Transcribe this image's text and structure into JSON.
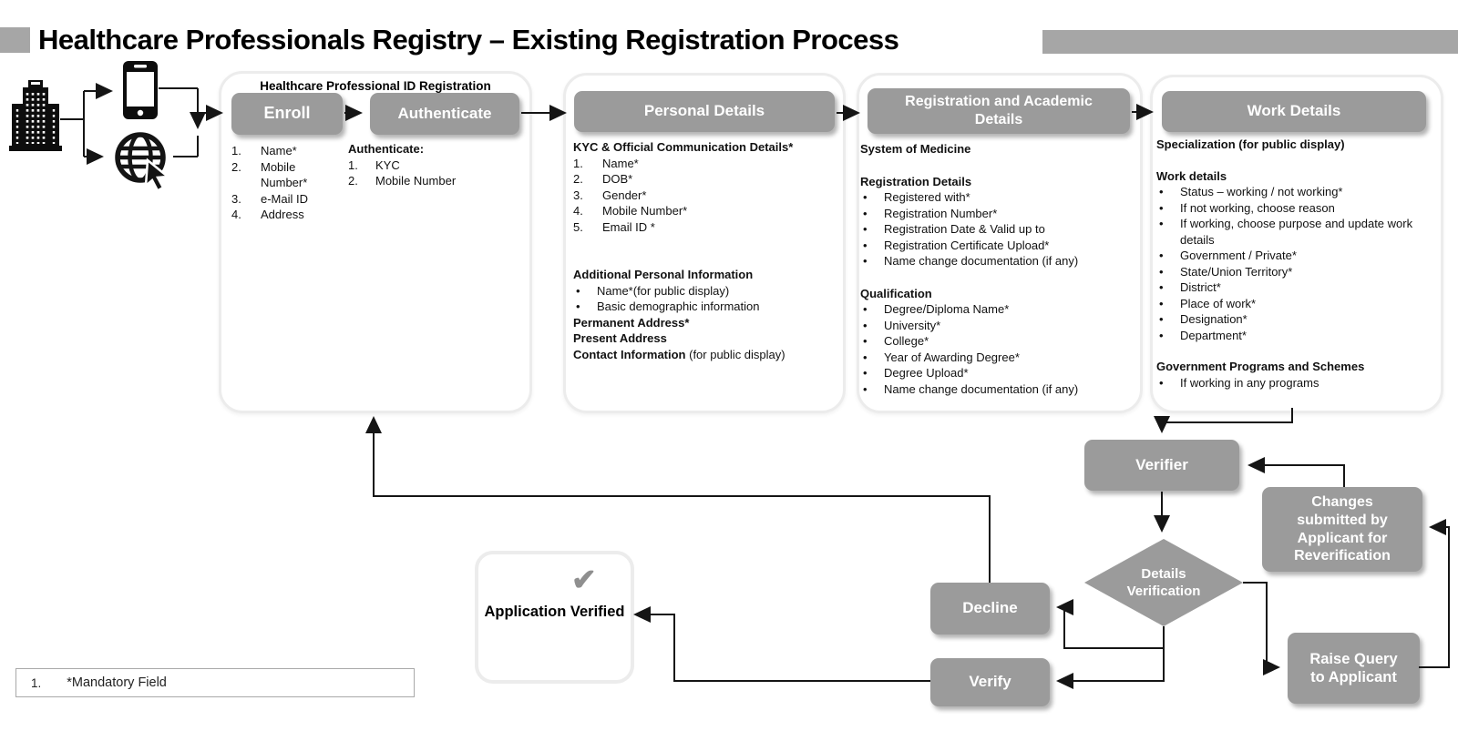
{
  "title": {
    "text": "Healthcare Professionals Registry – Existing Registration Process"
  },
  "stage1": {
    "caption": "Healthcare Professional ID Registration",
    "enroll": {
      "label": "Enroll",
      "items": [
        {
          "t": "n",
          "num": "1.",
          "text": "Name*"
        },
        {
          "t": "n",
          "num": "2.",
          "text": "Mobile Number*"
        },
        {
          "t": "n",
          "num": "3.",
          "text": "e-Mail ID"
        },
        {
          "t": "n",
          "num": "4.",
          "text": "Address"
        }
      ]
    },
    "authenticate": {
      "label": "Authenticate",
      "heading": "Authenticate:",
      "items": [
        {
          "t": "n",
          "num": "1.",
          "text": "KYC"
        },
        {
          "t": "n",
          "num": "2.",
          "text": "Mobile Number"
        }
      ]
    }
  },
  "personal": {
    "header": "Personal Details",
    "content": [
      {
        "t": "h",
        "text": "KYC & Official Communication Details*"
      },
      {
        "t": "n",
        "num": "1.",
        "text": "Name*"
      },
      {
        "t": "n",
        "num": "2.",
        "text": "DOB*"
      },
      {
        "t": "n",
        "num": "3.",
        "text": "Gender*"
      },
      {
        "t": "n",
        "num": "4.",
        "text": "Mobile Number*"
      },
      {
        "t": "n",
        "num": "5.",
        "text": "Email ID *"
      },
      {
        "t": "gap",
        "h": 35
      },
      {
        "t": "h",
        "text": "Additional Personal Information"
      },
      {
        "t": "b",
        "text": "Name*(for public display)"
      },
      {
        "t": "b",
        "text": "Basic demographic information"
      },
      {
        "t": "h",
        "text": "Permanent Address*"
      },
      {
        "t": "h",
        "text": "Present Address"
      },
      {
        "t": "m",
        "bold": "Contact Information",
        "rest": " (for public display)"
      }
    ]
  },
  "registration": {
    "header": "Registration and Academic Details",
    "content": [
      {
        "t": "h",
        "text": "System of Medicine"
      },
      {
        "t": "gap",
        "h": 18
      },
      {
        "t": "h",
        "text": "Registration Details"
      },
      {
        "t": "b",
        "text": "Registered with*"
      },
      {
        "t": "b",
        "text": "Registration Number*"
      },
      {
        "t": "b",
        "text": "Registration Date & Valid up to"
      },
      {
        "t": "b",
        "text": "Registration Certificate Upload*"
      },
      {
        "t": "b",
        "text": "Name change documentation (if any)"
      },
      {
        "t": "gap",
        "h": 18
      },
      {
        "t": "h",
        "text": "Qualification"
      },
      {
        "t": "b",
        "text": "Degree/Diploma Name*"
      },
      {
        "t": "b",
        "text": "University*"
      },
      {
        "t": "b",
        "text": "College*"
      },
      {
        "t": "b",
        "text": "Year of Awarding Degree*"
      },
      {
        "t": "b",
        "text": "Degree Upload*"
      },
      {
        "t": "b",
        "text": "Name change documentation (if any)"
      }
    ]
  },
  "work": {
    "header": "Work Details",
    "content": [
      {
        "t": "h",
        "text": "Specialization (for public display)"
      },
      {
        "t": "gap",
        "h": 17
      },
      {
        "t": "h",
        "text": "Work details"
      },
      {
        "t": "b",
        "text": "Status – working / not working*"
      },
      {
        "t": "b",
        "text": "If not working, choose reason"
      },
      {
        "t": "b",
        "text": "If working, choose purpose and update work details"
      },
      {
        "t": "b",
        "text": "Government / Private*"
      },
      {
        "t": "b",
        "text": "State/Union Territory*"
      },
      {
        "t": "b",
        "text": "District*"
      },
      {
        "t": "b",
        "text": "Place of work*"
      },
      {
        "t": "b",
        "text": "Designation*"
      },
      {
        "t": "b",
        "text": "Department*"
      },
      {
        "t": "gap",
        "h": 17
      },
      {
        "t": "h",
        "text": "Government Programs and Schemes"
      },
      {
        "t": "b",
        "text": "If working in any programs"
      }
    ]
  },
  "flow": {
    "verifier": "Verifier",
    "decision": "Details Verification",
    "decline": "Decline",
    "verify": "Verify",
    "application_verified": "Application Verified",
    "check_icon": "✔",
    "changes": "Changes submitted by Applicant for Reverification",
    "raise_query": "Raise Query to Applicant"
  },
  "footnote": {
    "num": "1.",
    "text": "*Mandatory Field"
  },
  "icons": {
    "building": "building-icon",
    "phone": "smartphone-icon",
    "globe": "web-globe-icon",
    "cursor": "cursor-icon",
    "check": "check-icon"
  },
  "colors": {
    "node_gray": "#9b9b9b",
    "container_border": "#ececec",
    "arrow": "#151515",
    "title_bar_gray": "#a6a6a6"
  }
}
